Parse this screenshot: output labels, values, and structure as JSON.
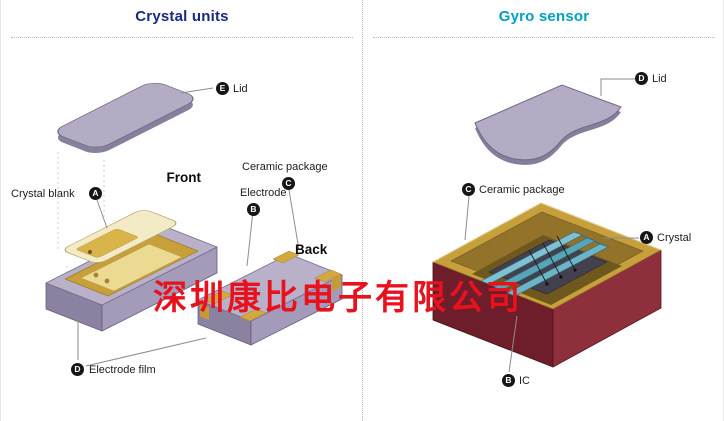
{
  "colors": {
    "left_header": "#1b2a7e",
    "right_header": "#00a0c0",
    "watermark": "#e8111e",
    "marker_bg": "#161616",
    "label_text": "#1c1c1c"
  },
  "illustration_palette": {
    "lid_lavender": "#b4acc4",
    "package_lavender": "#b9b1c9",
    "gold_cavity": "#c79f3b",
    "crystal_blank": "#f3eac6",
    "gyro_package_maroon": "#6d1e2a",
    "gyro_crystal_teal": "#58a5b8"
  },
  "left_panel": {
    "title": "Crystal units",
    "view_labels": {
      "front": "Front",
      "back": "Back"
    },
    "callouts": [
      {
        "id": "lid",
        "marker": "E",
        "text": "Lid"
      },
      {
        "id": "crystal-blank",
        "marker": "A",
        "text": "Crystal blank"
      },
      {
        "id": "electrode",
        "marker": "B",
        "text": "Electrode"
      },
      {
        "id": "ceramic-package",
        "marker": "C",
        "text": "Ceramic package"
      },
      {
        "id": "electrode-film",
        "marker": "D",
        "text": "Electrode film"
      }
    ]
  },
  "right_panel": {
    "title": "Gyro sensor",
    "callouts": [
      {
        "id": "lid",
        "marker": "D",
        "text": "Lid"
      },
      {
        "id": "ceramic-package",
        "marker": "C",
        "text": "Ceramic package"
      },
      {
        "id": "crystal",
        "marker": "A",
        "text": "Crystal"
      },
      {
        "id": "ic",
        "marker": "B",
        "text": "IC"
      }
    ]
  },
  "watermark": {
    "text": "深圳康比电子有限公司"
  }
}
